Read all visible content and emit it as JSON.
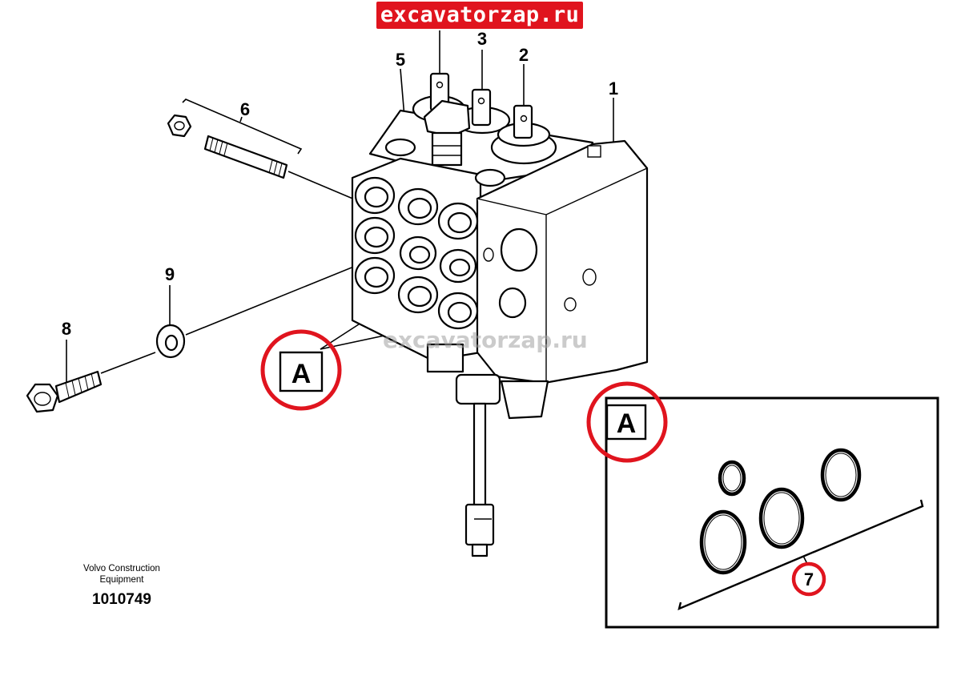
{
  "watermark_banner": "excavatorzap.ru",
  "watermark_center": "excavatorzap.ru",
  "callouts": {
    "c1": "1",
    "c2": "2",
    "c3": "3",
    "c5": "5",
    "c6": "6",
    "c7": "7",
    "c8": "8",
    "c9": "9"
  },
  "detail_letter": "A",
  "credit": {
    "line1": "Volvo Construction",
    "line2": "Equipment",
    "doc_number": "1010749"
  },
  "colors": {
    "highlight": "#e0141e"
  }
}
